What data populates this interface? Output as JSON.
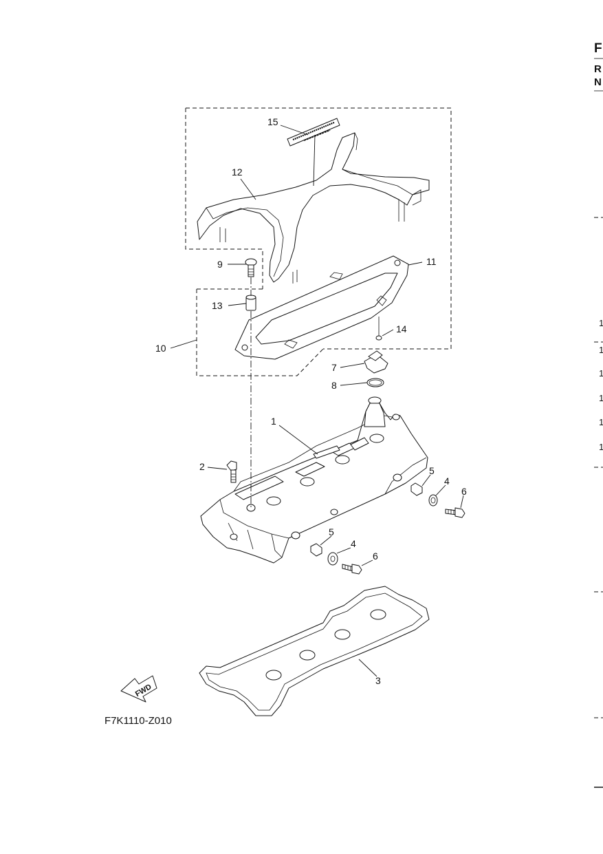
{
  "page": {
    "diagram_code": "F7K1110-Z010",
    "fwd_label": "FWD"
  },
  "right_edge": {
    "letters": [
      "F",
      "R",
      "N"
    ],
    "numbers": [
      "1",
      "1",
      "1",
      "1",
      "1",
      "1"
    ]
  },
  "callouts": [
    {
      "id": "c1",
      "label": "1"
    },
    {
      "id": "c2",
      "label": "2"
    },
    {
      "id": "c3",
      "label": "3"
    },
    {
      "id": "c4a",
      "label": "4"
    },
    {
      "id": "c4b",
      "label": "4"
    },
    {
      "id": "c5a",
      "label": "5"
    },
    {
      "id": "c5b",
      "label": "5"
    },
    {
      "id": "c6a",
      "label": "6"
    },
    {
      "id": "c6b",
      "label": "6"
    },
    {
      "id": "c7",
      "label": "7"
    },
    {
      "id": "c8",
      "label": "8"
    },
    {
      "id": "c9",
      "label": "9"
    },
    {
      "id": "c10",
      "label": "10"
    },
    {
      "id": "c11",
      "label": "11"
    },
    {
      "id": "c12",
      "label": "12"
    },
    {
      "id": "c13",
      "label": "13"
    },
    {
      "id": "c14",
      "label": "14"
    },
    {
      "id": "c15",
      "label": "15"
    }
  ]
}
